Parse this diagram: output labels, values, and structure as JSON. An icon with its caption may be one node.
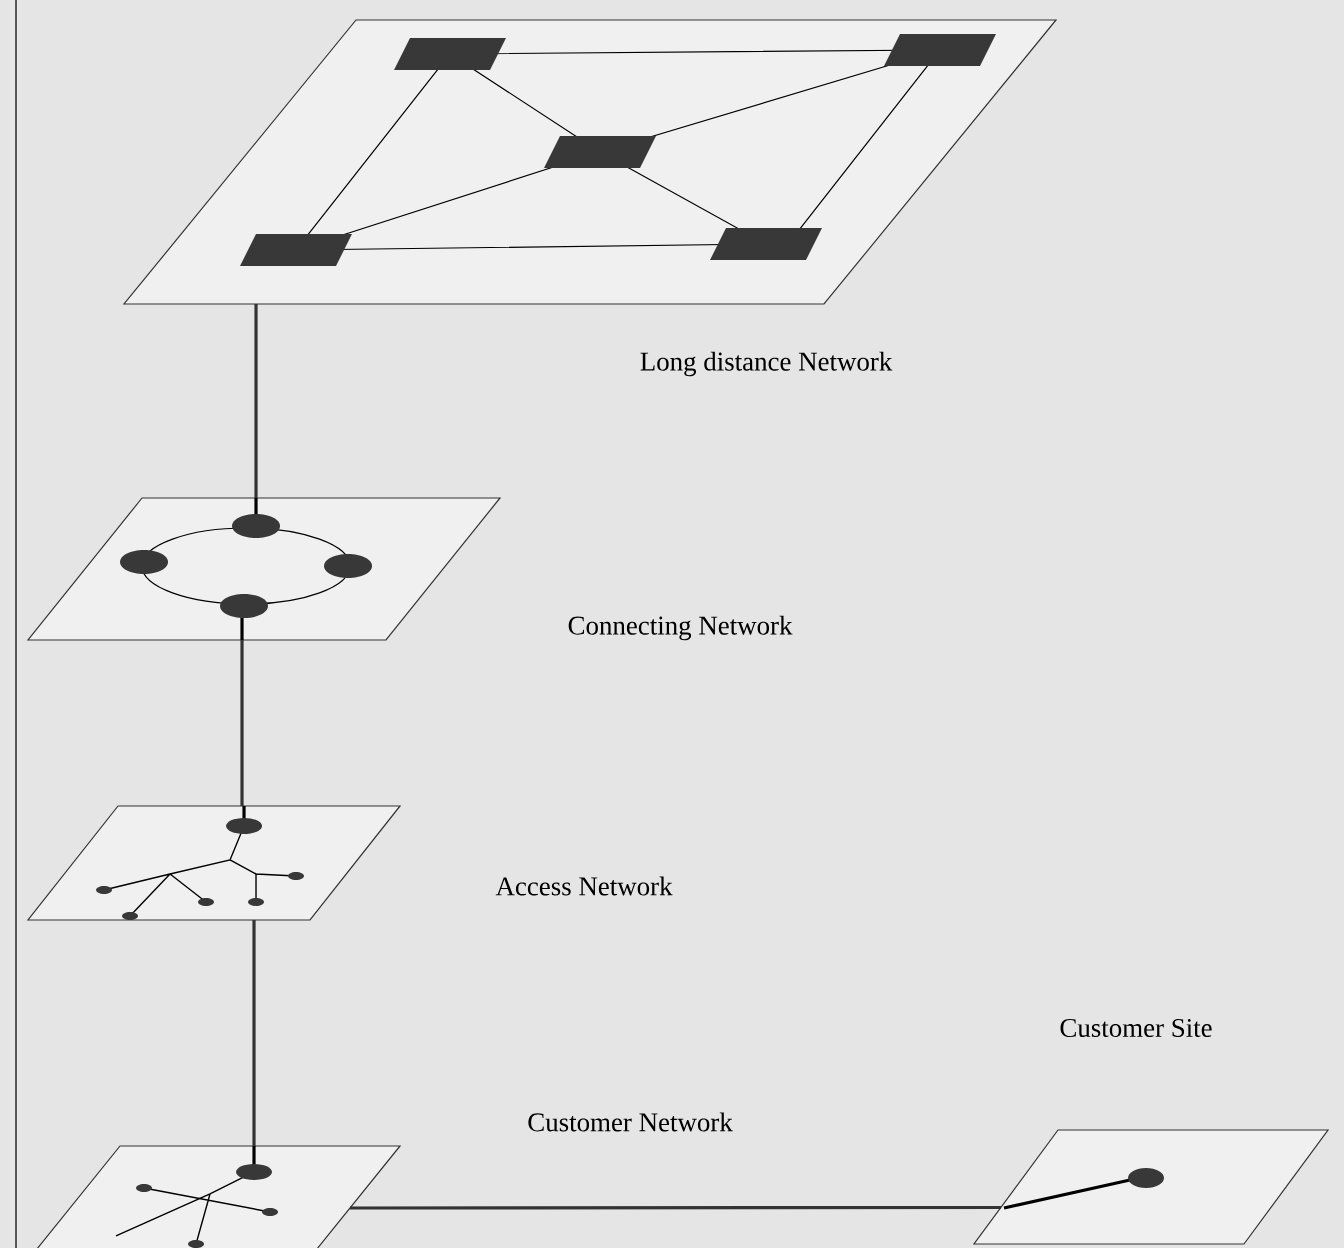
{
  "diagram": {
    "nodes": [
      {
        "text": [
          "Long distance Network"
        ]
      },
      {
        "text": [
          "Connecting Network"
        ]
      },
      {
        "text": [
          "Access Network"
        ]
      },
      {
        "text": [
          "Customer Network"
        ]
      },
      {
        "text": [
          "Customer Site"
        ]
      }
    ],
    "edges": [
      {
        "from": 0,
        "to": 1,
        "arrow": "none"
      },
      {
        "from": 1,
        "to": 2,
        "arrow": "none"
      },
      {
        "from": 2,
        "to": 3,
        "arrow": "none"
      },
      {
        "from": 3,
        "to": 4,
        "arrow": "none"
      }
    ]
  }
}
